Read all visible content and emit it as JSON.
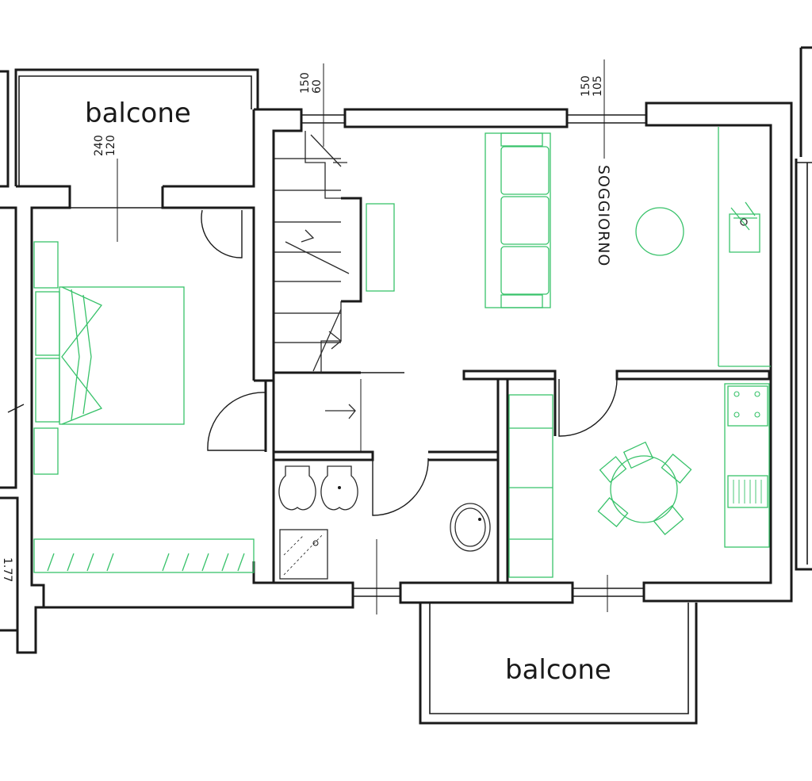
{
  "labels": {
    "balcony_top": "balcone",
    "balcony_bottom": "balcone",
    "living_room": "SOGGIORNO",
    "side_dim": "1.77"
  },
  "dimensions": {
    "window_bedroom": {
      "top": "120",
      "bottom": "240"
    },
    "window_stairs": {
      "top": "60",
      "bottom": "150"
    },
    "window_living": {
      "top": "105",
      "bottom": "150"
    }
  },
  "colors": {
    "walls": "#1a1a1a",
    "furniture": "#38c26a",
    "background": "#ffffff"
  }
}
